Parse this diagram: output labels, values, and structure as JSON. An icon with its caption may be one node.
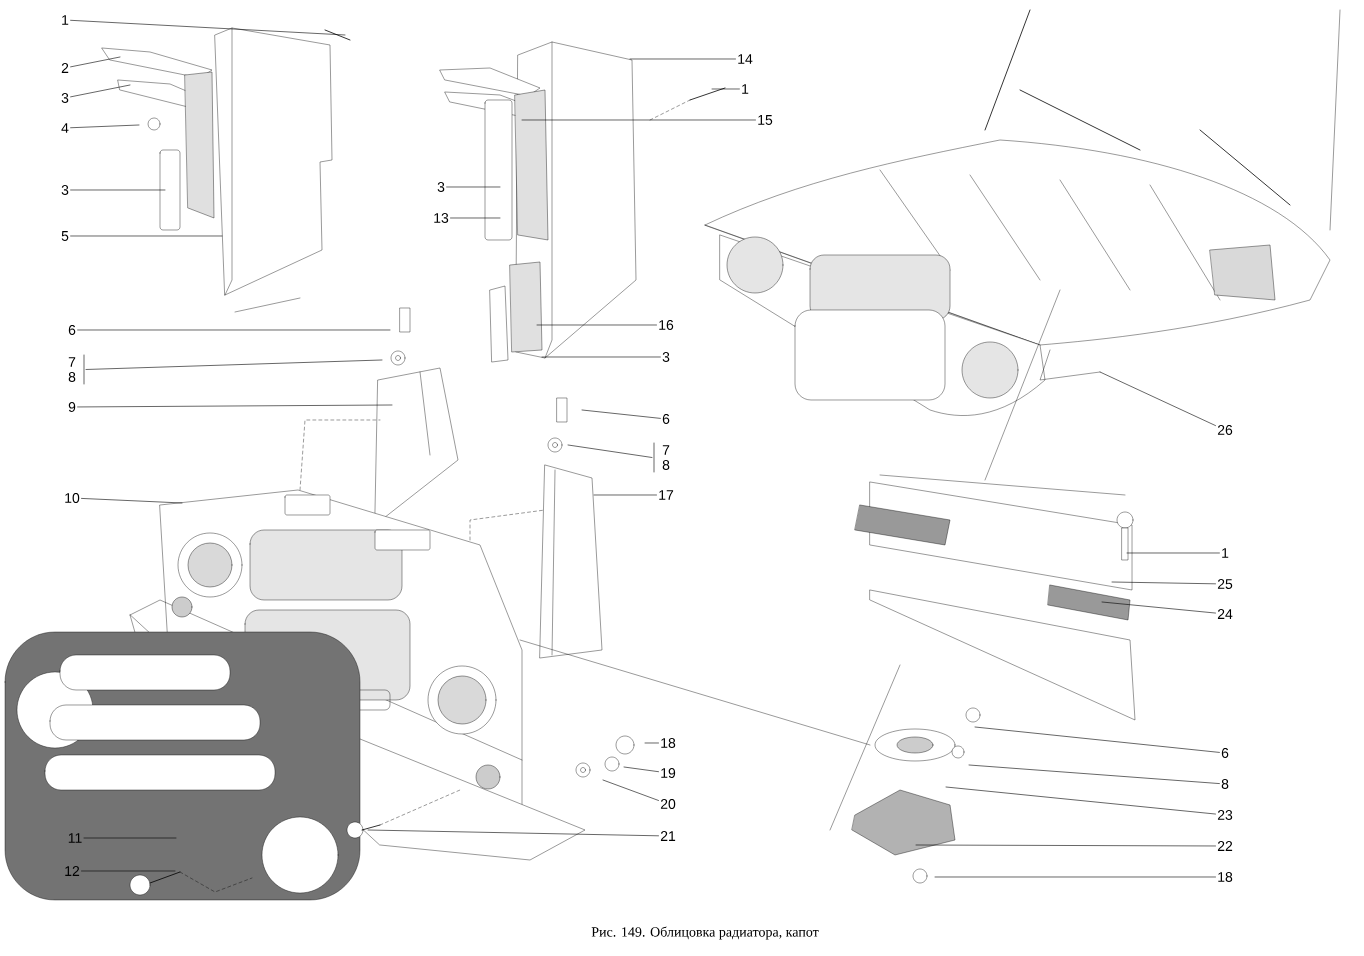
{
  "diagram": {
    "caption": "Рис. 149. Облицовка радиатора, капот",
    "nodes": [
      {
        "text": [
          "1"
        ]
      },
      {
        "text": [
          "2"
        ]
      },
      {
        "text": [
          "3"
        ]
      },
      {
        "text": [
          "4"
        ]
      },
      {
        "text": [
          "3"
        ]
      },
      {
        "text": [
          "5"
        ]
      },
      {
        "text": [
          "6"
        ]
      },
      {
        "text": [
          "7"
        ]
      },
      {
        "text": [
          "8"
        ]
      },
      {
        "text": [
          "9"
        ]
      },
      {
        "text": [
          "10"
        ]
      },
      {
        "text": [
          "11"
        ]
      },
      {
        "text": [
          "12"
        ]
      },
      {
        "text": [
          "3"
        ]
      },
      {
        "text": [
          "13"
        ]
      },
      {
        "text": [
          "14"
        ]
      },
      {
        "text": [
          "1"
        ]
      },
      {
        "text": [
          "15"
        ]
      },
      {
        "text": [
          "16"
        ]
      },
      {
        "text": [
          "3"
        ]
      },
      {
        "text": [
          "6"
        ]
      },
      {
        "text": [
          "7"
        ]
      },
      {
        "text": [
          "8"
        ]
      },
      {
        "text": [
          "17"
        ]
      },
      {
        "text": [
          "18"
        ]
      },
      {
        "text": [
          "19"
        ]
      },
      {
        "text": [
          "20"
        ]
      },
      {
        "text": [
          "21"
        ]
      },
      {
        "text": [
          "26"
        ]
      },
      {
        "text": [
          "1"
        ]
      },
      {
        "text": [
          "25"
        ]
      },
      {
        "text": [
          "24"
        ]
      },
      {
        "text": [
          "6"
        ]
      },
      {
        "text": [
          "8"
        ]
      },
      {
        "text": [
          "23"
        ]
      },
      {
        "text": [
          "22"
        ]
      },
      {
        "text": [
          "18"
        ]
      }
    ],
    "edges": [
      {
        "from": 0,
        "to": null,
        "arrow": "none"
      },
      {
        "from": 1,
        "to": null,
        "arrow": "none"
      },
      {
        "from": 2,
        "to": null,
        "arrow": "none"
      },
      {
        "from": 3,
        "to": null,
        "arrow": "none"
      },
      {
        "from": 4,
        "to": null,
        "arrow": "none"
      },
      {
        "from": 5,
        "to": null,
        "arrow": "none"
      },
      {
        "from": 6,
        "to": null,
        "arrow": "none"
      },
      {
        "from": 7,
        "to": null,
        "arrow": "none"
      },
      {
        "from": 8,
        "to": null,
        "arrow": "none"
      },
      {
        "from": 9,
        "to": null,
        "arrow": "none"
      },
      {
        "from": 10,
        "to": null,
        "arrow": "none"
      },
      {
        "from": 11,
        "to": null,
        "arrow": "none"
      },
      {
        "from": 12,
        "to": null,
        "arrow": "none"
      },
      {
        "from": 13,
        "to": null,
        "arrow": "none"
      },
      {
        "from": 14,
        "to": null,
        "arrow": "none"
      },
      {
        "from": 15,
        "to": null,
        "arrow": "none"
      },
      {
        "from": 16,
        "to": null,
        "arrow": "none"
      },
      {
        "from": 17,
        "to": null,
        "arrow": "none"
      },
      {
        "from": 18,
        "to": null,
        "arrow": "none"
      },
      {
        "from": 19,
        "to": null,
        "arrow": "none"
      },
      {
        "from": 20,
        "to": null,
        "arrow": "none"
      },
      {
        "from": 21,
        "to": null,
        "arrow": "none"
      },
      {
        "from": 22,
        "to": null,
        "arrow": "none"
      },
      {
        "from": 23,
        "to": null,
        "arrow": "none"
      },
      {
        "from": 24,
        "to": null,
        "arrow": "none"
      },
      {
        "from": 25,
        "to": null,
        "arrow": "none"
      },
      {
        "from": 26,
        "to": null,
        "arrow": "none"
      },
      {
        "from": 27,
        "to": null,
        "arrow": "none"
      },
      {
        "from": 28,
        "to": null,
        "arrow": "none"
      },
      {
        "from": 29,
        "to": null,
        "arrow": "none"
      },
      {
        "from": 30,
        "to": null,
        "arrow": "none"
      },
      {
        "from": 31,
        "to": null,
        "arrow": "none"
      },
      {
        "from": 32,
        "to": null,
        "arrow": "none"
      },
      {
        "from": 33,
        "to": null,
        "arrow": "none"
      },
      {
        "from": 34,
        "to": null,
        "arrow": "none"
      },
      {
        "from": 35,
        "to": null,
        "arrow": "none"
      },
      {
        "from": 36,
        "to": null,
        "arrow": "none"
      }
    ]
  }
}
